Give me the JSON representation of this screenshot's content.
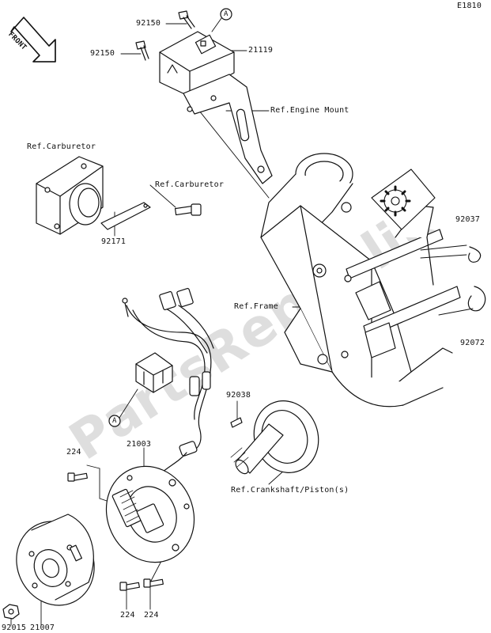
{
  "diagram_code": "E1810",
  "front_label": "FRONT",
  "watermark": "PartsRepublik",
  "callout_a": "A",
  "labels": {
    "p92150_top": "92150",
    "p92150_mid": "92150",
    "p21119": "21119",
    "ref_engine_mount": "Ref.Engine Mount",
    "ref_carburetor_left": "Ref.Carburetor",
    "ref_carburetor_right": "Ref.Carburetor",
    "p92171": "92171",
    "p92037": "92037",
    "ref_frame": "Ref.Frame",
    "p92072": "92072",
    "p92038": "92038",
    "p21003": "21003",
    "p224_top": "224",
    "ref_crankshaft": "Ref.Crankshaft/Piston(s)",
    "p224_b1": "224",
    "p224_b2": "224",
    "p92015": "92015",
    "p21007": "21007"
  },
  "colors": {
    "line": "#111111",
    "watermark": "#d9d9d9",
    "background": "#ffffff"
  }
}
